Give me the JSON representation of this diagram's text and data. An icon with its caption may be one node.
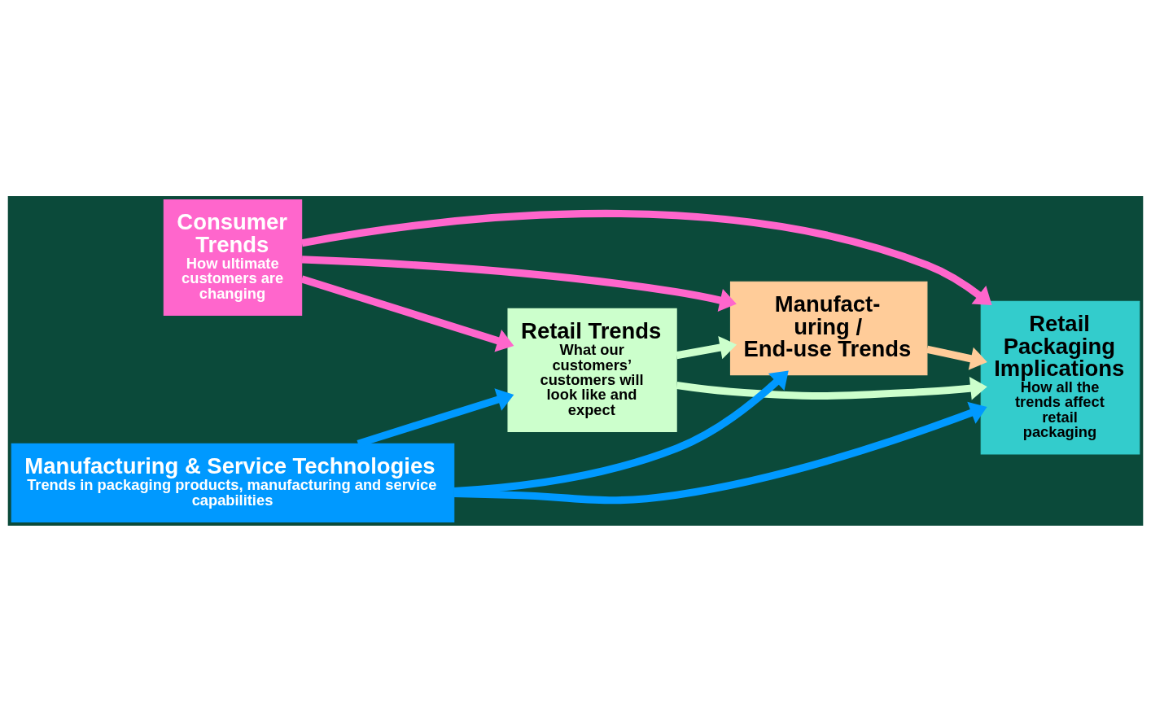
{
  "diagram": {
    "nodes": [
      {
        "text": [
          "Consumer Trends",
          "How ultimate customers are changing"
        ]
      },
      {
        "text": [
          "Retail Trends",
          "What our customers’ customers will look like and expect"
        ]
      },
      {
        "text": [
          "Manufact- uring / End-use Trends"
        ]
      },
      {
        "text": [
          "Retail Packaging Implications",
          "How all the trends affect retail packaging"
        ]
      },
      {
        "text": [
          "Manufacturing & Service Technologies",
          "Trends in packaging products, manufacturing and service capabilities"
        ]
      }
    ],
    "edges": [
      {
        "from": 0,
        "to": 2,
        "arrow": "to",
        "color": "#ff66cc"
      },
      {
        "from": 0,
        "to": 1,
        "arrow": "to",
        "color": "#ff66cc"
      },
      {
        "from": 1,
        "to": 2,
        "arrow": "to",
        "color": "#ccffcc"
      },
      {
        "from": 2,
        "to": 3,
        "arrow": "to",
        "color": "#ffcc99"
      },
      {
        "from": 1,
        "to": 3,
        "arrow": "to",
        "color": "#ccffcc"
      },
      {
        "from": 0,
        "to": 3,
        "arrow": "to",
        "color": "#ff66cc"
      },
      {
        "from": 4,
        "to": 1,
        "arrow": "to",
        "color": "#0099ff"
      },
      {
        "from": 4,
        "to": 2,
        "arrow": "to",
        "color": "#0099ff"
      },
      {
        "from": 4,
        "to": 3,
        "arrow": "to",
        "color": "#0099ff"
      }
    ]
  }
}
